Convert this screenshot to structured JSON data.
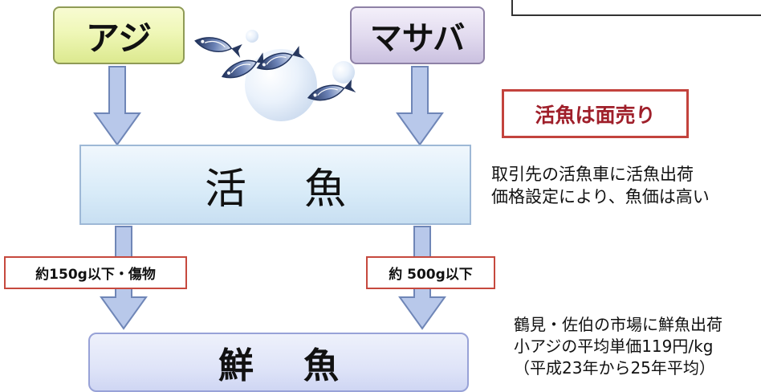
{
  "diagram": {
    "sources": {
      "aji": "アジ",
      "masaba": "マサバ"
    },
    "live_sale_note": "活魚は面売り",
    "stages": {
      "live": "活魚",
      "fresh": "鮮魚"
    },
    "criteria": {
      "left": "約150g以下・傷物",
      "right": "約 500g以下"
    },
    "descriptions": {
      "live": [
        "取引先の活魚車に活魚出荷",
        "価格設定により、魚価は高い"
      ],
      "fresh": [
        "鶴見・佐伯の市場に鮮魚出荷",
        "小アジの平均単価119円/kg",
        "（平成23年から25年平均）"
      ]
    },
    "colors": {
      "arrow_fill": "#b8c8ea",
      "arrow_stroke": "#6f86b7",
      "accent_red": "#c3433d",
      "live_box": "#d8ebf8",
      "fresh_box": "#dfe4f8",
      "aji_box": "#eff7b7",
      "masaba_box": "#e2dbef"
    },
    "decorations": {
      "illustration": "fish-school-bubble-icon"
    }
  }
}
